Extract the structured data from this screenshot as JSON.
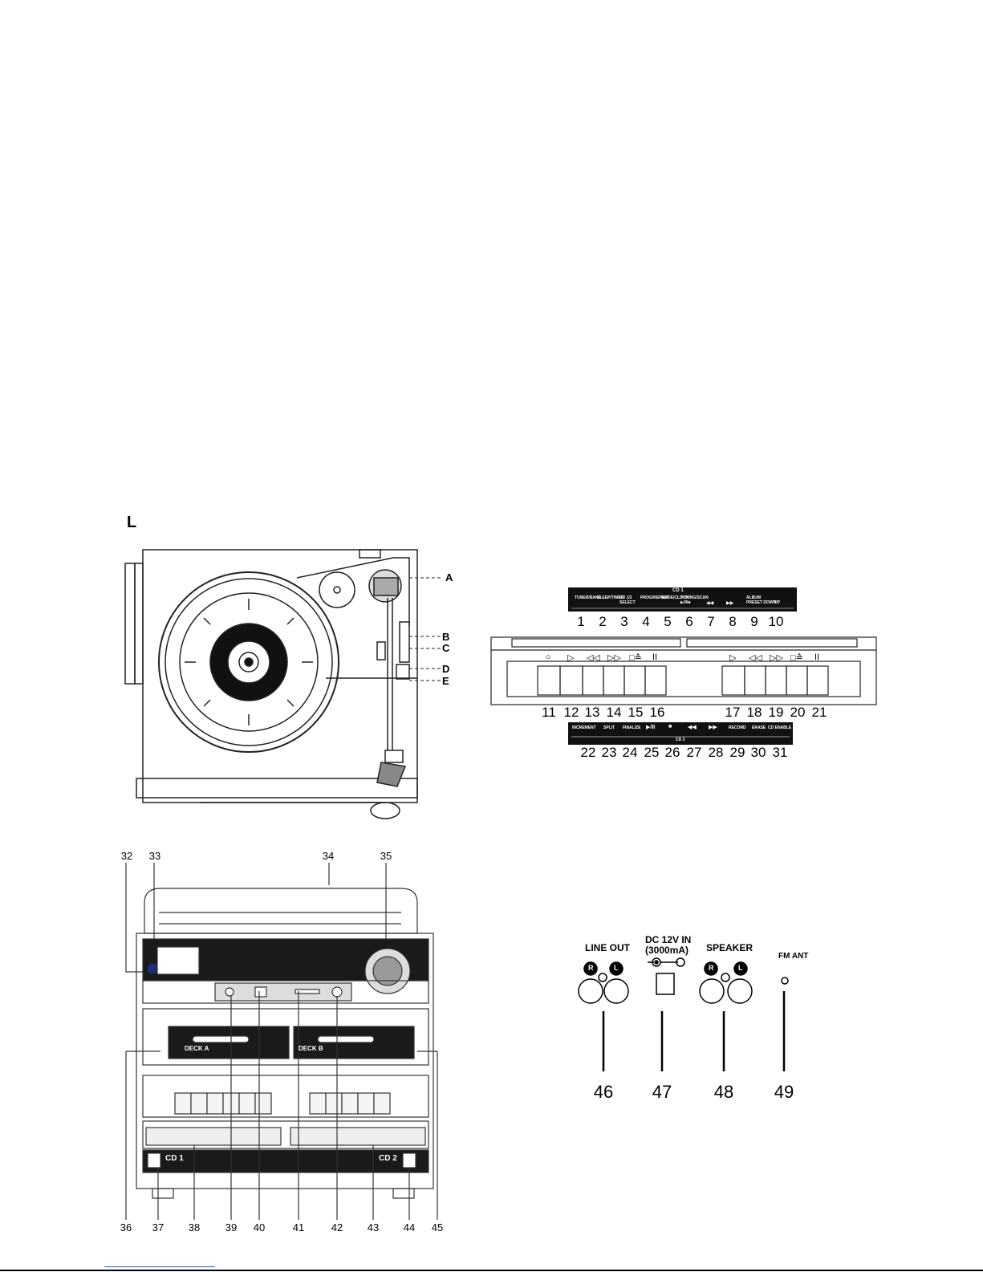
{
  "section_heading": "L",
  "turntable": {
    "callouts": [
      "A",
      "B",
      "C",
      "D",
      "E"
    ]
  },
  "top_panel": {
    "strip_title": "CD 1",
    "strip_labels": [
      "TUNER/BAND",
      "SLEEP/TIMER",
      "CD 1/2 SELECT",
      "PROG/REPEAT",
      "MODE/CLOCK",
      "TUNING/SCAN ▶/II/■",
      "◀◀",
      "▶▶",
      "ALBUM PRESET DOWN",
      "UP"
    ],
    "numbers": [
      "1",
      "2",
      "3",
      "4",
      "5",
      "6",
      "7",
      "8",
      "9",
      "10"
    ]
  },
  "deck_panel": {
    "left_symbols": [
      "○",
      "▷",
      "◁◁",
      "▷▷",
      "□≙",
      "II"
    ],
    "right_symbols": [
      "▷",
      "◁◁",
      "▷▷",
      "□≙",
      "II"
    ],
    "left_numbers": [
      "11",
      "12",
      "13",
      "14",
      "15",
      "16"
    ],
    "right_numbers": [
      "17",
      "18",
      "19",
      "20",
      "21"
    ]
  },
  "cd2_panel": {
    "strip_labels": [
      "INCREMENT",
      "SPLIT",
      "FINALIZE",
      "▶/II",
      "■",
      "◀◀",
      "▶▶",
      "RECORD",
      "ERASE",
      "CD ENABLE"
    ],
    "strip_title": "CD 2",
    "numbers": [
      "22",
      "23",
      "24",
      "25",
      "26",
      "27",
      "28",
      "29",
      "30",
      "31"
    ]
  },
  "front_view": {
    "top_numbers": [
      "32",
      "33",
      "34",
      "35"
    ],
    "bottom_numbers": [
      "36",
      "37",
      "38",
      "39",
      "40",
      "41",
      "42",
      "43",
      "44",
      "45"
    ],
    "cd1_label": "CD 1",
    "cd2_label": "CD 2",
    "deck_a_label": "DECK A",
    "deck_b_label": "DECK B"
  },
  "rear_panel": {
    "line_out": "LINE OUT",
    "dc_in": "DC 12V IN",
    "dc_rating": "(3000mA)",
    "speaker": "SPEAKER",
    "fm_ant": "FM ANT",
    "r": "R",
    "l": "L",
    "numbers": [
      "46",
      "47",
      "48",
      "49"
    ]
  }
}
